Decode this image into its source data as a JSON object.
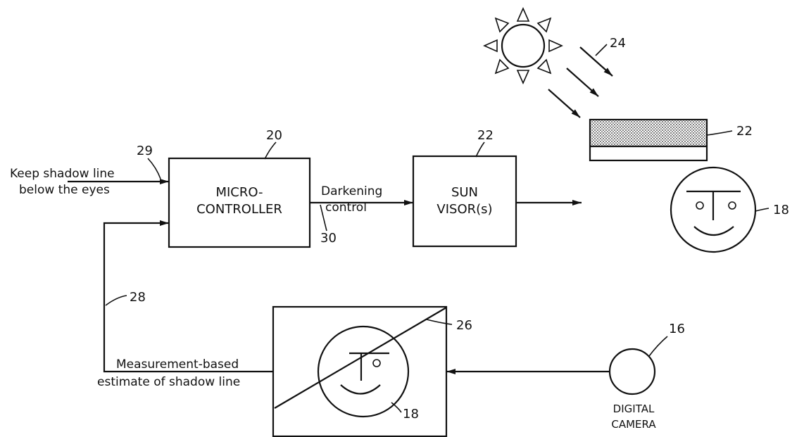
{
  "labels": {
    "input_line1": "Keep shadow line",
    "input_line2": "below the eyes",
    "controller_line1": "MICRO-",
    "controller_line2": "CONTROLLER",
    "darkening_line1": "Darkening",
    "darkening_line2": "control",
    "visor_line1": "SUN",
    "visor_line2": "VISOR(s)",
    "estimate_line1": "Measurement-based",
    "estimate_line2": "estimate of shadow line",
    "camera_line1": "DIGITAL",
    "camera_line2": "CAMERA"
  },
  "refs": {
    "r16": "16",
    "r18_face": "18",
    "r18_image": "18",
    "r20": "20",
    "r22_block": "22",
    "r22_visor": "22",
    "r24": "24",
    "r26": "26",
    "r28": "28",
    "r29": "29",
    "r30": "30"
  }
}
